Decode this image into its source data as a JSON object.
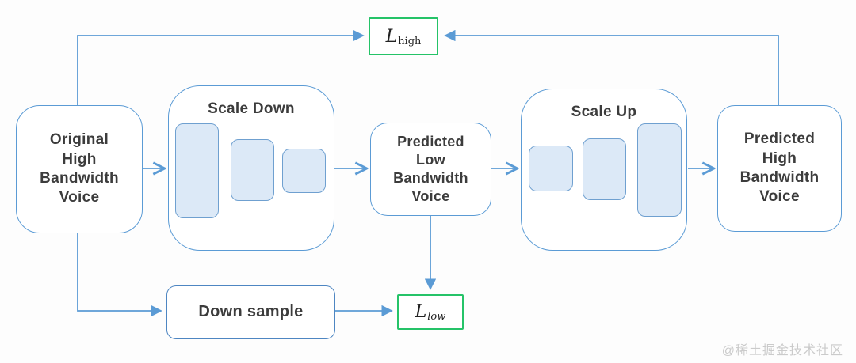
{
  "diagram": {
    "title_domain": "voice-bandwidth-extension-flow",
    "colors": {
      "connector_blue": "#5B9BD5",
      "box_border_blue": "#5B9BD5",
      "bar_fill": "#DCE9F7",
      "bar_border": "#6FA0D0",
      "loss_border_green": "#25C368",
      "text": "#3C3C3C",
      "watermark": "#CBCBCB"
    },
    "nodes": {
      "original_voice": {
        "label": "Original\nHigh\nBandwidth\nVoice"
      },
      "scale_down": {
        "label": "Scale Down"
      },
      "predicted_low": {
        "label": "Predicted\nLow\nBandwidth\nVoice"
      },
      "scale_up": {
        "label": "Scale Up"
      },
      "predicted_high": {
        "label": "Predicted\nHigh\nBandwidth\nVoice"
      },
      "down_sample": {
        "label": "Down sample"
      },
      "loss_high": {
        "base": "L",
        "sub": "high"
      },
      "loss_low": {
        "base": "L",
        "sub": "low"
      }
    },
    "watermark": "@稀土掘金技术社区"
  }
}
